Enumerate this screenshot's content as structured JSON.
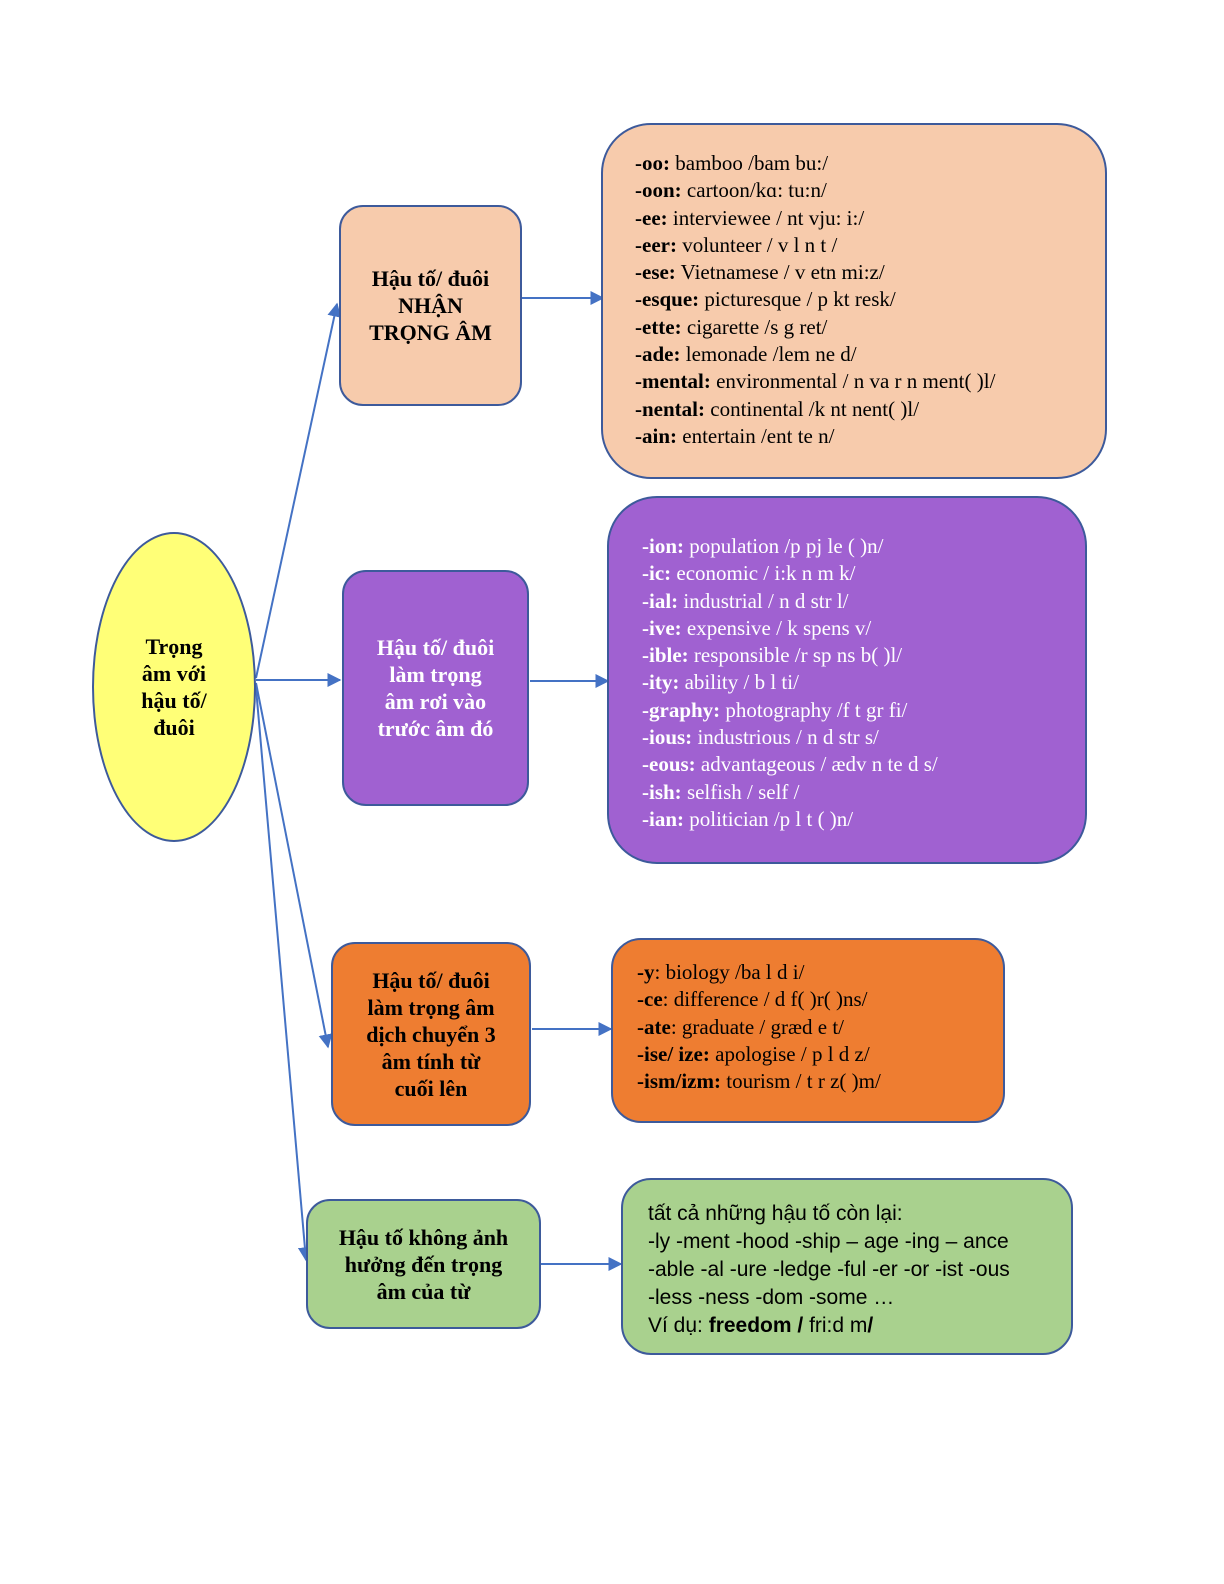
{
  "colors": {
    "center": "#ffff77",
    "peach": "#f7cbac",
    "purple": "#a061d1",
    "orange": "#ee7d31",
    "green": "#a9d18e",
    "border": "#3d5a9b",
    "connector": "#4472c4"
  },
  "center": {
    "lines": [
      "Trọng",
      "âm với",
      "hậu tố/",
      "đuôi"
    ]
  },
  "categories": [
    {
      "lines": [
        "Hậu tố/ đuôi",
        "NHẬN",
        "TRỌNG ÂM"
      ]
    },
    {
      "lines": [
        "Hậu tố/ đuôi",
        "làm trọng",
        "âm rơi vào",
        "trước âm đó"
      ]
    },
    {
      "lines": [
        "Hậu tố/ đuôi",
        "làm trọng âm",
        "dịch chuyển 3",
        "âm tính từ",
        "cuối lên"
      ]
    },
    {
      "lines": [
        "Hậu tố không ảnh",
        "hưởng đến trọng",
        "âm của từ"
      ]
    }
  ],
  "panels": [
    {
      "rows": [
        {
          "suffix": "-oo:",
          "text": " bamboo /bam bu:/"
        },
        {
          "suffix": "-oon:",
          "text": " cartoon/kɑ: tu:n/"
        },
        {
          "suffix": "-ee:",
          "text": " interviewee / nt vju: i:/"
        },
        {
          "suffix": "-eer:",
          "text": " volunteer / v l n t /"
        },
        {
          "suffix": "-ese:",
          "text": " Vietnamese / v etn mi:z/"
        },
        {
          "suffix": "-esque:",
          "text": " picturesque / p kt resk/"
        },
        {
          "suffix": "-ette:",
          "text": " cigarette /s g ret/"
        },
        {
          "suffix": "-ade:",
          "text": " lemonade /lem ne d/"
        },
        {
          "suffix": "-mental:",
          "text": " environmental / n va r n ment( )l/"
        },
        {
          "suffix": "-nental:",
          "text": " continental /k nt nent( )l/"
        },
        {
          "suffix": "-ain:",
          "text": " entertain /ent te n/"
        }
      ]
    },
    {
      "rows": [
        {
          "suffix": "-ion:",
          "text": " population /p pj le ( )n/"
        },
        {
          "suffix": "-ic:",
          "text": " economic / i:k n m k/"
        },
        {
          "suffix": "-ial:",
          "text": " industrial / n d str l/"
        },
        {
          "suffix": "-ive:",
          "text": " expensive / k spens v/"
        },
        {
          "suffix": "-ible:",
          "text": " responsible /r sp ns b( )l/"
        },
        {
          "suffix": "-ity:",
          "text": " ability / b l ti/"
        },
        {
          "suffix": "-graphy:",
          "text": " photography /f t gr fi/"
        },
        {
          "suffix": "-ious:",
          "text": " industrious / n d str s/"
        },
        {
          "suffix": "-eous:",
          "text": " advantageous / ædv n te d s/"
        },
        {
          "suffix": "-ish:",
          "text": " selfish / self /"
        },
        {
          "suffix": "-ian:",
          "text": " politician /p l t ( )n/"
        }
      ]
    },
    {
      "rows": [
        {
          "suffix": "-y",
          "text": ": biology /ba l d i/"
        },
        {
          "suffix": "-ce",
          "text": ": difference / d f( )r( )ns/"
        },
        {
          "suffix": "-ate",
          "text": ": graduate / græd e t/"
        },
        {
          "suffix": "-ise/ ize:",
          "text": " apologise / p l d z/"
        },
        {
          "suffix": "-ism/izm:",
          "text": " tourism / t r z( )m/"
        }
      ]
    },
    {
      "rows": [
        {
          "suffix": "",
          "text": "tất cả những hậu tố còn lại:"
        },
        {
          "suffix": "",
          "text": "-ly -ment -hood -ship – age -ing – ance"
        },
        {
          "suffix": "",
          "text": "-able -al -ure -ledge -ful -er -or -ist -ous"
        },
        {
          "suffix": "",
          "text": "-less -ness -dom -some …"
        }
      ],
      "example": {
        "prefix": "Ví dụ: ",
        "word": "freedom /",
        "ipa": " fri:d m",
        "close": "/"
      }
    }
  ]
}
